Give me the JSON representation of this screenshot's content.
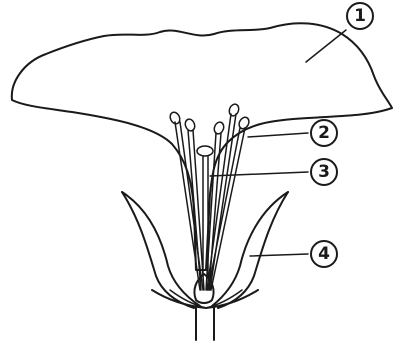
{
  "labels": [
    {
      "id": "petal",
      "text": "1"
    },
    {
      "id": "stamen",
      "text": "2"
    },
    {
      "id": "pistil",
      "text": "3"
    },
    {
      "id": "sepal",
      "text": "4"
    }
  ]
}
